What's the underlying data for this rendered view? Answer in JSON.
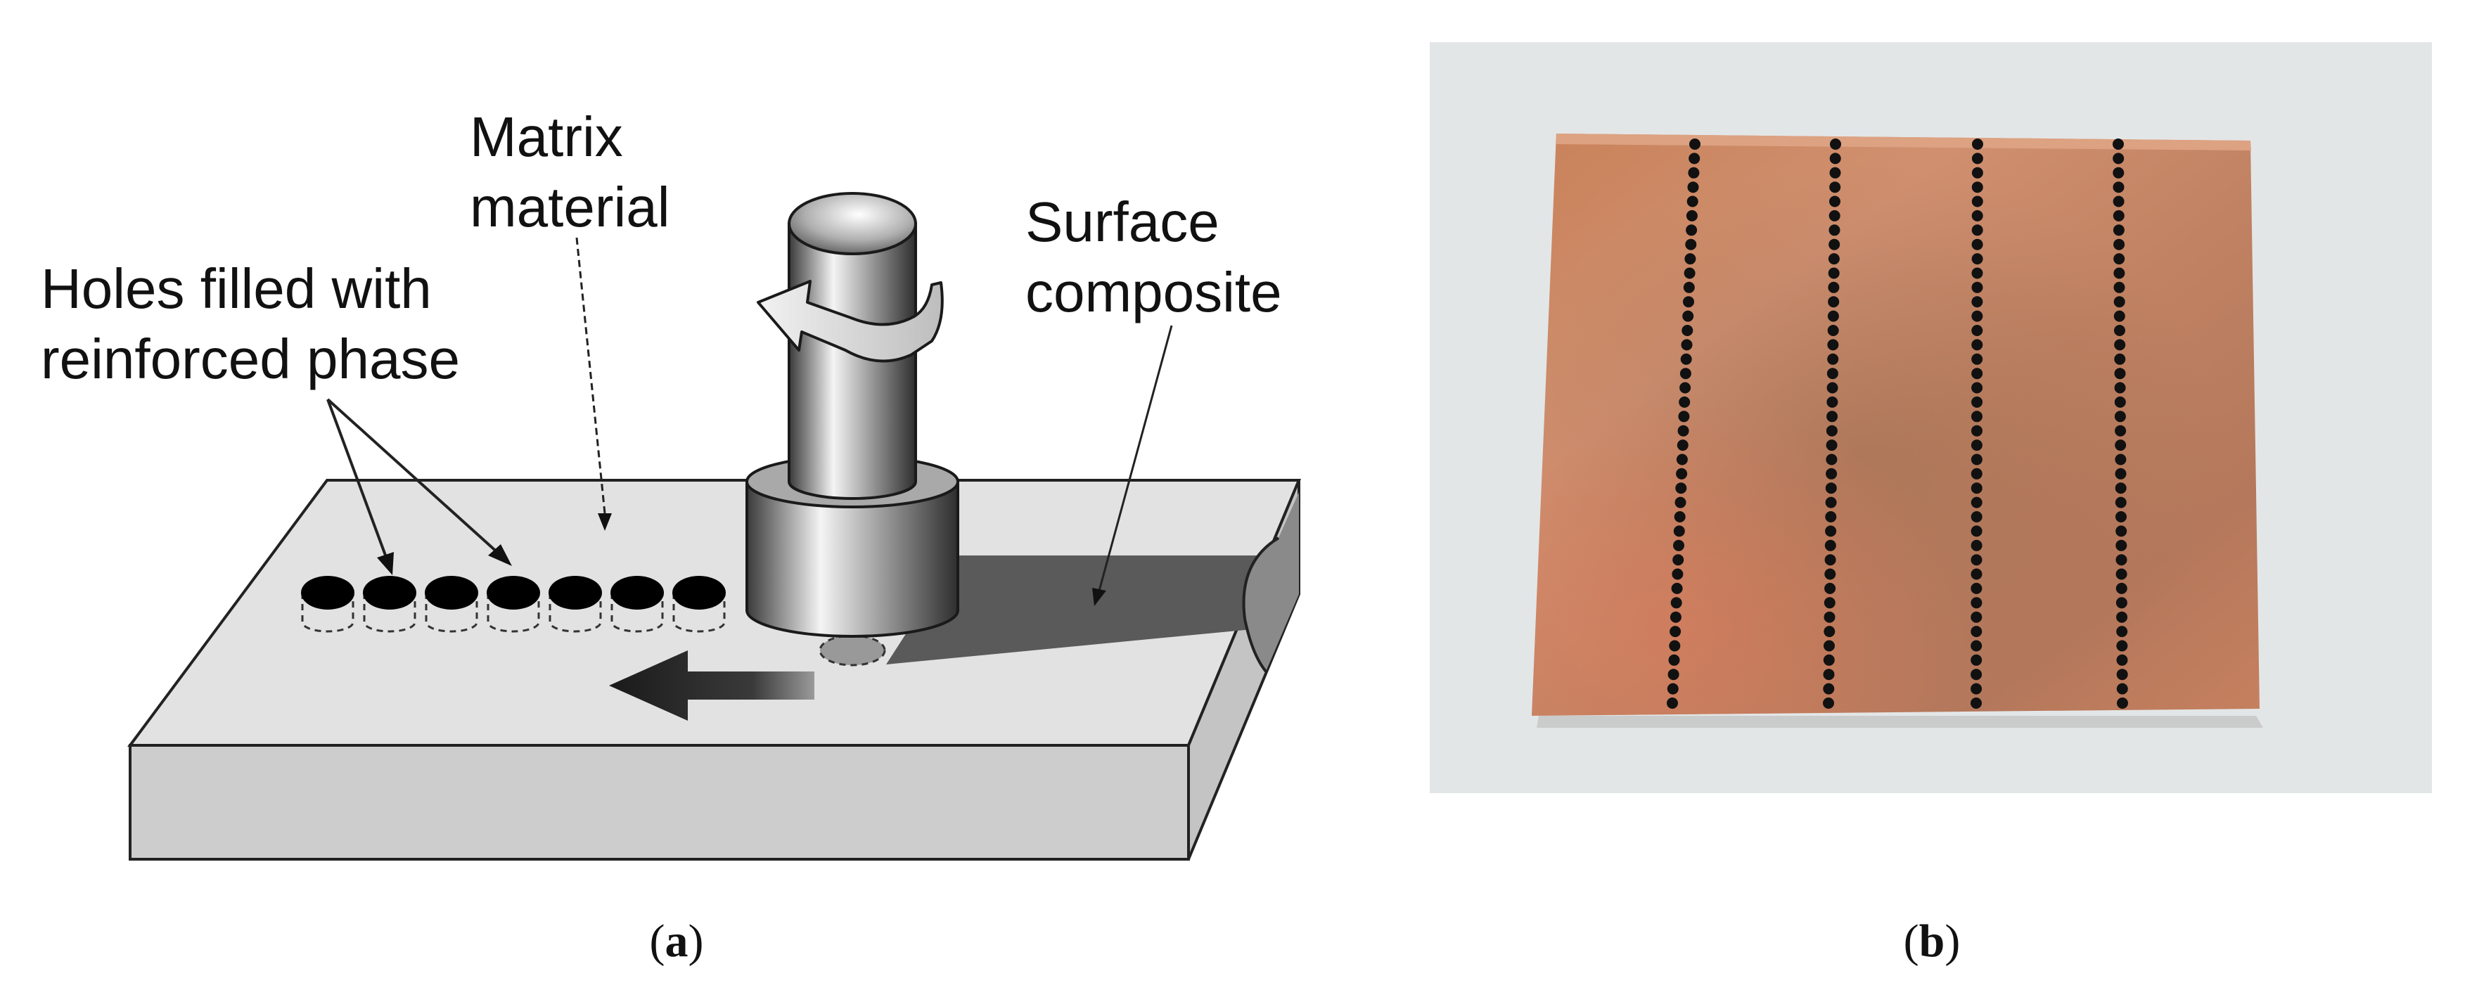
{
  "panel_a": {
    "label_matrix_line1": "Matrix",
    "label_matrix_line2": "material",
    "label_holes_line1": "Holes filled with",
    "label_holes_line2": "reinforced phase",
    "label_surface_line1": "Surface",
    "label_surface_line2": "composite",
    "caption_open": "(",
    "caption_letter": "a",
    "caption_close": ")"
  },
  "panel_b": {
    "caption_open": "(",
    "caption_letter": "b",
    "caption_close": ")"
  },
  "colors": {
    "plate_top": "#e2e2e2",
    "plate_front": "#cdcdcd",
    "processed_zone": "#5a5a5a",
    "hole_fill": "#000000",
    "photo_background": "#dfe3e4",
    "copper": "#c8845e",
    "hole_dots": "#111111"
  }
}
